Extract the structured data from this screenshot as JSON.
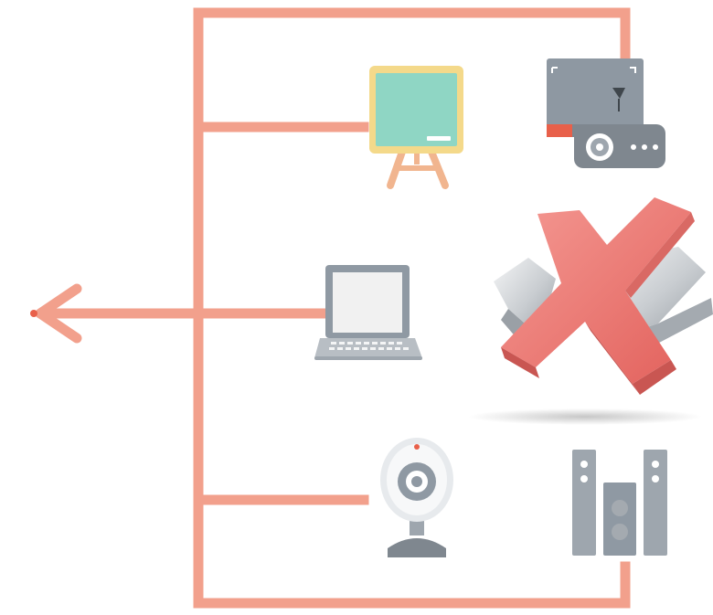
{
  "diagram": {
    "colors": {
      "connector": "#f2a08c",
      "arrowhead_tip": "#e8604a",
      "board_frame": "#f4d98a",
      "board_surface": "#8fd6c4",
      "easel": "#f1b58f",
      "device_gray": "#9ea6ae",
      "device_dark": "#7f878f",
      "projector_screen": "#8e98a2",
      "laptop_screen": "#f1f1f1",
      "x_red": "#ee7a74",
      "x_red_dark": "#c95652",
      "x_silver": "#d9dde0",
      "webcam_lens": "#8f99a3",
      "status_dot": "#e8604a"
    },
    "nodes": [
      {
        "id": "whiteboard",
        "icon": "easel-board-icon"
      },
      {
        "id": "projector",
        "icon": "projector-icon"
      },
      {
        "id": "laptop",
        "icon": "laptop-icon"
      },
      {
        "id": "x-logo",
        "icon": "x-logo-icon"
      },
      {
        "id": "webcam",
        "icon": "webcam-icon"
      },
      {
        "id": "speakers",
        "icon": "speakers-icon"
      }
    ]
  }
}
